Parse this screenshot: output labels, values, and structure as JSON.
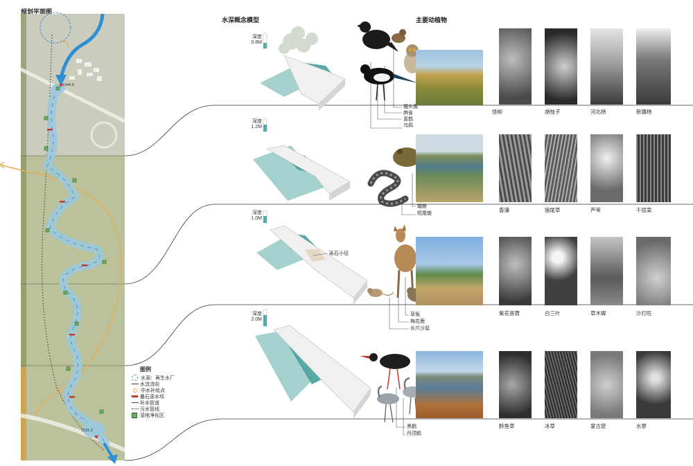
{
  "plan_title": "规划平面图",
  "model_title": "水深概念模型",
  "species_title": "主要动植物",
  "elevation_top": "1044.5",
  "elevation_bottom": "1031.2",
  "legend": {
    "title": "图例",
    "items": [
      {
        "label": "水源：再生水厂",
        "icon": "circle-dashed-icon"
      },
      {
        "label": "水流流向",
        "icon": "arrow-icon"
      },
      {
        "label": "中水补给点",
        "icon": "dot-icon"
      },
      {
        "label": "叠石滚水坝",
        "icon": "red-bar-icon"
      },
      {
        "label": "补水管道",
        "icon": "dash-line-icon"
      },
      {
        "label": "污水管线",
        "icon": "dot-line-icon"
      },
      {
        "label": "湿地净化区",
        "icon": "green-square-icon"
      }
    ]
  },
  "colors": {
    "water": "#5aa9a6",
    "river": "#9cc9de",
    "flow_arrow": "#2f8fd6",
    "vegetation": "#a6b46e",
    "dam": "#c0392b",
    "pipe": "#e3b05a"
  },
  "rows": [
    {
      "depth_label": "深度",
      "depth_value": "0.8M",
      "animals": [
        "猫头鹰",
        "麻雀",
        "喜鹊",
        "乌鸦"
      ],
      "plants": [
        "怪柳",
        "胡枝子",
        "河北杨",
        "新疆杨"
      ]
    },
    {
      "depth_label": "深度",
      "depth_value": "1.2M",
      "animals": [
        "蟾蜍",
        "短尾蝮"
      ],
      "plants": [
        "香蒲",
        "狼尾草",
        "芦苇",
        "千屈菜"
      ]
    },
    {
      "depth_label": "深度",
      "depth_value": "1.0M",
      "path_label": "砾石小径",
      "animals": [
        "草兔",
        "梅花鹿",
        "长爪沙鼠"
      ],
      "plants": [
        "紫花苜蓿",
        "白三叶",
        "草木樨",
        "沙打旺"
      ]
    },
    {
      "depth_label": "深度",
      "depth_value": "2.0M",
      "animals": [
        "黑鹳",
        "丹顶鹤"
      ],
      "plants": [
        "醉鱼草",
        "冰草",
        "蒙古莸",
        "水蓼"
      ]
    }
  ]
}
